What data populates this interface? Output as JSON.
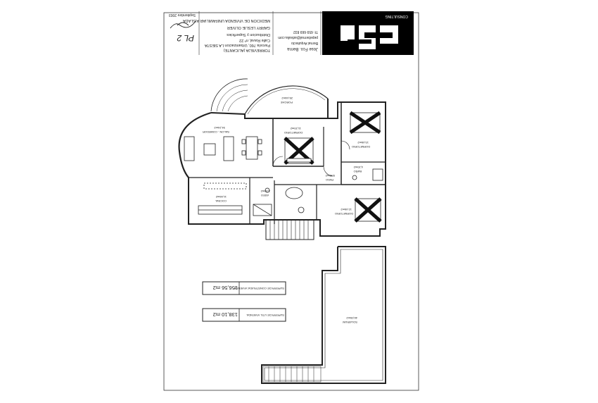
{
  "title_block": {
    "project_title": "MEDICION DE VIVIENDA UNIFAMILIAR AISLADA",
    "client": "GARRY LESLIE OLIVER",
    "subtitle": "Distribucion y Superficies",
    "address_line1": "Calle Raval, nº 22",
    "address_line2": "Parcela 760, Urbanizacion LA SIESTA",
    "city": "TORREVIEJA (ALICANTE)",
    "plan_number": "PL 2",
    "date": "Septiembre 2003",
    "email": "pepebernal@advalia.com",
    "phone": "Tf: 659 669 832",
    "author": "Jose Fco. Berna",
    "role": "Bernal Arquitecto",
    "logo_caption": "CONSULTING"
  },
  "rooms": {
    "porche": "PORCHE",
    "porche_area": "28,44m2",
    "salon": "SALON - COMEDOR",
    "salon_area": "34,24m2",
    "dorm1": "DORMITORIO",
    "dorm1_area": "11,20m2",
    "dorm2": "DORMITORIO",
    "dorm2_area": "13,46m2",
    "dorm3": "DORMITORIO",
    "dorm3_area": "12,46m2",
    "bano": "BAÑO",
    "bano_area": "4,20m2",
    "paso": "PASO",
    "paso_area": "5,30m2",
    "cocina": "COCINA",
    "cocina_area": "11,66m2",
    "aseo": "ASEO",
    "aseo_area": "3,22m2",
    "solarium": "SOLARIUM",
    "solarium_area": "46,00m2"
  },
  "surfaces": {
    "construida_label": "SUPERFICIE CONSTRUIDA VIVIENDA",
    "construida_value": "156,56 m2",
    "util_label": "SUPERFICIE UTIL VIVIENDA",
    "util_value": "138,10 m2"
  }
}
